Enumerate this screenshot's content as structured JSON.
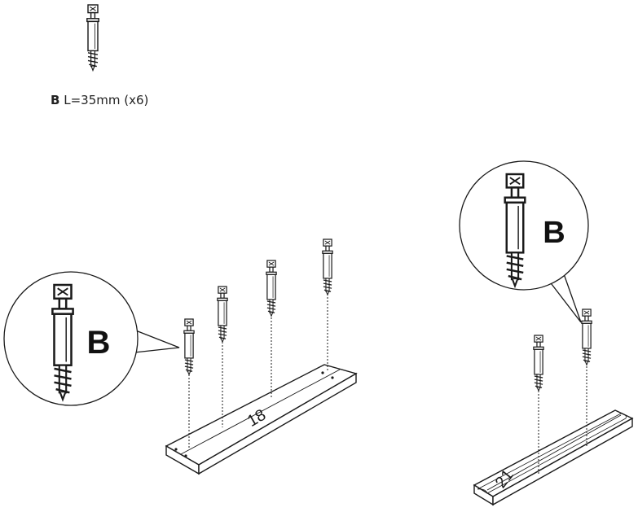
{
  "hardware": {
    "letter": "B",
    "spec": "L=35mm (x6)"
  },
  "callouts": {
    "left_letter": "B",
    "right_letter": "B"
  },
  "panels": {
    "left_number": "18",
    "right_number": "21"
  },
  "colors": {
    "line": "#1a1a1a",
    "background": "#ffffff"
  }
}
